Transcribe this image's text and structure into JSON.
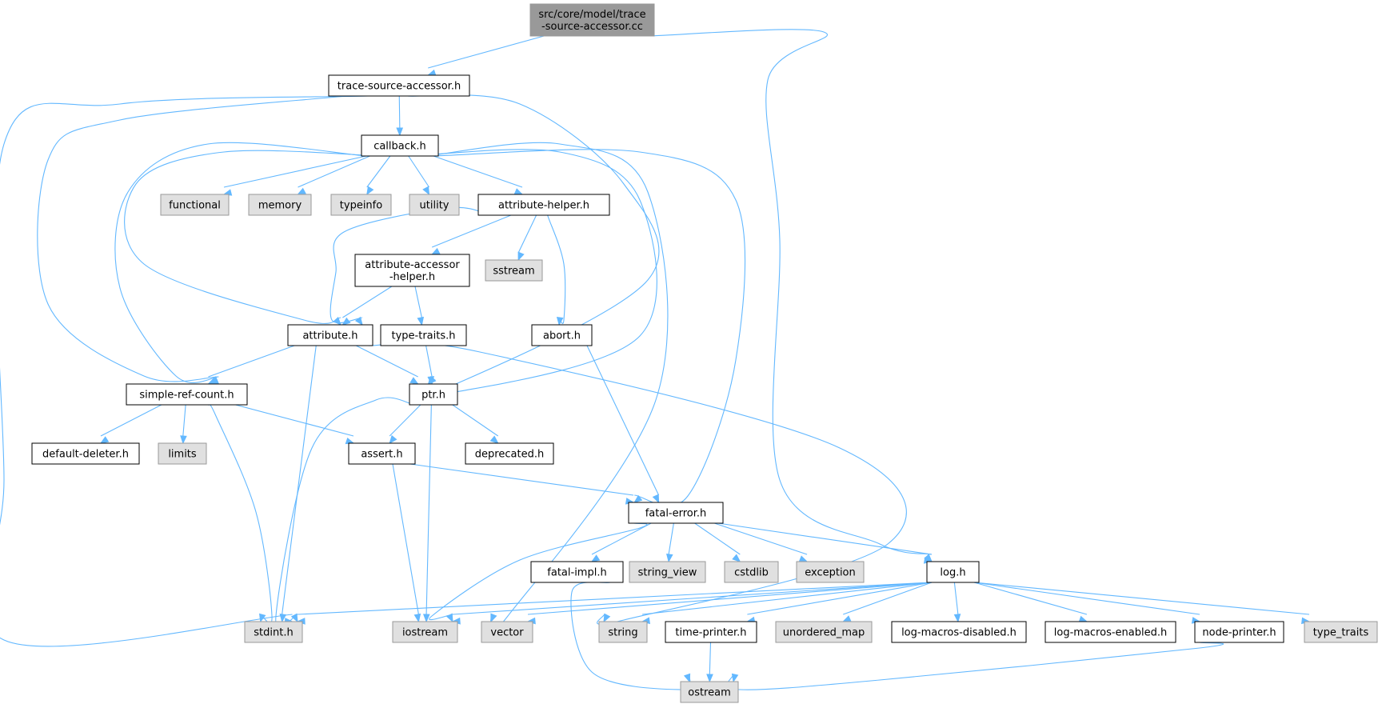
{
  "colors": {
    "root_fill": "#999999",
    "internal_fill": "#ffffff",
    "system_fill": "#e0e0e0",
    "system_stroke": "#999999",
    "border": "#000000",
    "edge": "#63b8ff"
  },
  "nodes": [
    {
      "id": "root",
      "label": [
        "src/core/model/trace",
        "-source-accessor.cc"
      ],
      "kind": "root"
    },
    {
      "id": "trace_source_accessor_h",
      "label": [
        "trace-source-accessor.h"
      ],
      "kind": "internal"
    },
    {
      "id": "callback_h",
      "label": [
        "callback.h"
      ],
      "kind": "internal"
    },
    {
      "id": "functional",
      "label": [
        "functional"
      ],
      "kind": "system"
    },
    {
      "id": "memory",
      "label": [
        "memory"
      ],
      "kind": "system"
    },
    {
      "id": "typeinfo",
      "label": [
        "typeinfo"
      ],
      "kind": "system"
    },
    {
      "id": "utility",
      "label": [
        "utility"
      ],
      "kind": "system"
    },
    {
      "id": "attribute_helper_h",
      "label": [
        "attribute-helper.h"
      ],
      "kind": "internal"
    },
    {
      "id": "attribute_accessor_helper_h",
      "label": [
        "attribute-accessor",
        "-helper.h"
      ],
      "kind": "internal"
    },
    {
      "id": "sstream",
      "label": [
        "sstream"
      ],
      "kind": "system"
    },
    {
      "id": "attribute_h",
      "label": [
        "attribute.h"
      ],
      "kind": "internal"
    },
    {
      "id": "type_traits_h",
      "label": [
        "type-traits.h"
      ],
      "kind": "internal"
    },
    {
      "id": "abort_h",
      "label": [
        "abort.h"
      ],
      "kind": "internal"
    },
    {
      "id": "simple_ref_count_h",
      "label": [
        "simple-ref-count.h"
      ],
      "kind": "internal"
    },
    {
      "id": "ptr_h",
      "label": [
        "ptr.h"
      ],
      "kind": "internal"
    },
    {
      "id": "default_deleter_h",
      "label": [
        "default-deleter.h"
      ],
      "kind": "internal"
    },
    {
      "id": "limits",
      "label": [
        "limits"
      ],
      "kind": "system"
    },
    {
      "id": "assert_h",
      "label": [
        "assert.h"
      ],
      "kind": "internal"
    },
    {
      "id": "deprecated_h",
      "label": [
        "deprecated.h"
      ],
      "kind": "internal"
    },
    {
      "id": "fatal_error_h",
      "label": [
        "fatal-error.h"
      ],
      "kind": "internal"
    },
    {
      "id": "fatal_impl_h",
      "label": [
        "fatal-impl.h"
      ],
      "kind": "internal"
    },
    {
      "id": "string_view",
      "label": [
        "string_view"
      ],
      "kind": "system"
    },
    {
      "id": "cstdlib",
      "label": [
        "cstdlib"
      ],
      "kind": "system"
    },
    {
      "id": "exception",
      "label": [
        "exception"
      ],
      "kind": "system"
    },
    {
      "id": "log_h",
      "label": [
        "log.h"
      ],
      "kind": "internal"
    },
    {
      "id": "stdint_h",
      "label": [
        "stdint.h"
      ],
      "kind": "system"
    },
    {
      "id": "iostream",
      "label": [
        "iostream"
      ],
      "kind": "system"
    },
    {
      "id": "vector",
      "label": [
        "vector"
      ],
      "kind": "system"
    },
    {
      "id": "string",
      "label": [
        "string"
      ],
      "kind": "system"
    },
    {
      "id": "time_printer_h",
      "label": [
        "time-printer.h"
      ],
      "kind": "internal"
    },
    {
      "id": "unordered_map",
      "label": [
        "unordered_map"
      ],
      "kind": "system"
    },
    {
      "id": "log_macros_disabled_h",
      "label": [
        "log-macros-disabled.h"
      ],
      "kind": "internal"
    },
    {
      "id": "log_macros_enabled_h",
      "label": [
        "log-macros-enabled.h"
      ],
      "kind": "internal"
    },
    {
      "id": "node_printer_h",
      "label": [
        "node-printer.h"
      ],
      "kind": "internal"
    },
    {
      "id": "type_traits",
      "label": [
        "type_traits"
      ],
      "kind": "system"
    },
    {
      "id": "ostream",
      "label": [
        "ostream"
      ],
      "kind": "system"
    }
  ],
  "edges": [
    [
      "root",
      "trace_source_accessor_h"
    ],
    [
      "root",
      "log_h"
    ],
    [
      "trace_source_accessor_h",
      "callback_h"
    ],
    [
      "trace_source_accessor_h",
      "simple_ref_count_h"
    ],
    [
      "trace_source_accessor_h",
      "ptr_h"
    ],
    [
      "trace_source_accessor_h",
      "stdint_h"
    ],
    [
      "callback_h",
      "functional"
    ],
    [
      "callback_h",
      "memory"
    ],
    [
      "callback_h",
      "typeinfo"
    ],
    [
      "callback_h",
      "utility"
    ],
    [
      "callback_h",
      "attribute_helper_h"
    ],
    [
      "callback_h",
      "attribute_h"
    ],
    [
      "callback_h",
      "simple_ref_count_h"
    ],
    [
      "callback_h",
      "ptr_h"
    ],
    [
      "callback_h",
      "fatal_error_h"
    ],
    [
      "callback_h",
      "vector"
    ],
    [
      "attribute_helper_h",
      "attribute_accessor_helper_h"
    ],
    [
      "attribute_helper_h",
      "sstream"
    ],
    [
      "attribute_helper_h",
      "abort_h"
    ],
    [
      "attribute_helper_h",
      "attribute_h"
    ],
    [
      "attribute_accessor_helper_h",
      "attribute_h"
    ],
    [
      "attribute_accessor_helper_h",
      "type_traits_h"
    ],
    [
      "type_traits_h",
      "ptr_h"
    ],
    [
      "abort_h",
      "fatal_error_h"
    ],
    [
      "attribute_h",
      "simple_ref_count_h"
    ],
    [
      "attribute_h",
      "ptr_h"
    ],
    [
      "attribute_h",
      "stdint_h"
    ],
    [
      "attribute_h",
      "string"
    ],
    [
      "simple_ref_count_h",
      "default_deleter_h"
    ],
    [
      "simple_ref_count_h",
      "limits"
    ],
    [
      "simple_ref_count_h",
      "assert_h"
    ],
    [
      "simple_ref_count_h",
      "stdint_h"
    ],
    [
      "ptr_h",
      "assert_h"
    ],
    [
      "ptr_h",
      "deprecated_h"
    ],
    [
      "ptr_h",
      "stdint_h"
    ],
    [
      "ptr_h",
      "iostream"
    ],
    [
      "assert_h",
      "fatal_error_h"
    ],
    [
      "assert_h",
      "iostream"
    ],
    [
      "fatal_error_h",
      "fatal_impl_h"
    ],
    [
      "fatal_error_h",
      "string_view"
    ],
    [
      "fatal_error_h",
      "cstdlib"
    ],
    [
      "fatal_error_h",
      "exception"
    ],
    [
      "fatal_error_h",
      "log_h"
    ],
    [
      "fatal_error_h",
      "iostream"
    ],
    [
      "fatal_impl_h",
      "ostream"
    ],
    [
      "log_h",
      "stdint_h"
    ],
    [
      "log_h",
      "iostream"
    ],
    [
      "log_h",
      "vector"
    ],
    [
      "log_h",
      "string"
    ],
    [
      "log_h",
      "time_printer_h"
    ],
    [
      "log_h",
      "unordered_map"
    ],
    [
      "log_h",
      "log_macros_disabled_h"
    ],
    [
      "log_h",
      "log_macros_enabled_h"
    ],
    [
      "log_h",
      "node_printer_h"
    ],
    [
      "log_h",
      "type_traits"
    ],
    [
      "time_printer_h",
      "ostream"
    ],
    [
      "node_printer_h",
      "ostream"
    ]
  ]
}
